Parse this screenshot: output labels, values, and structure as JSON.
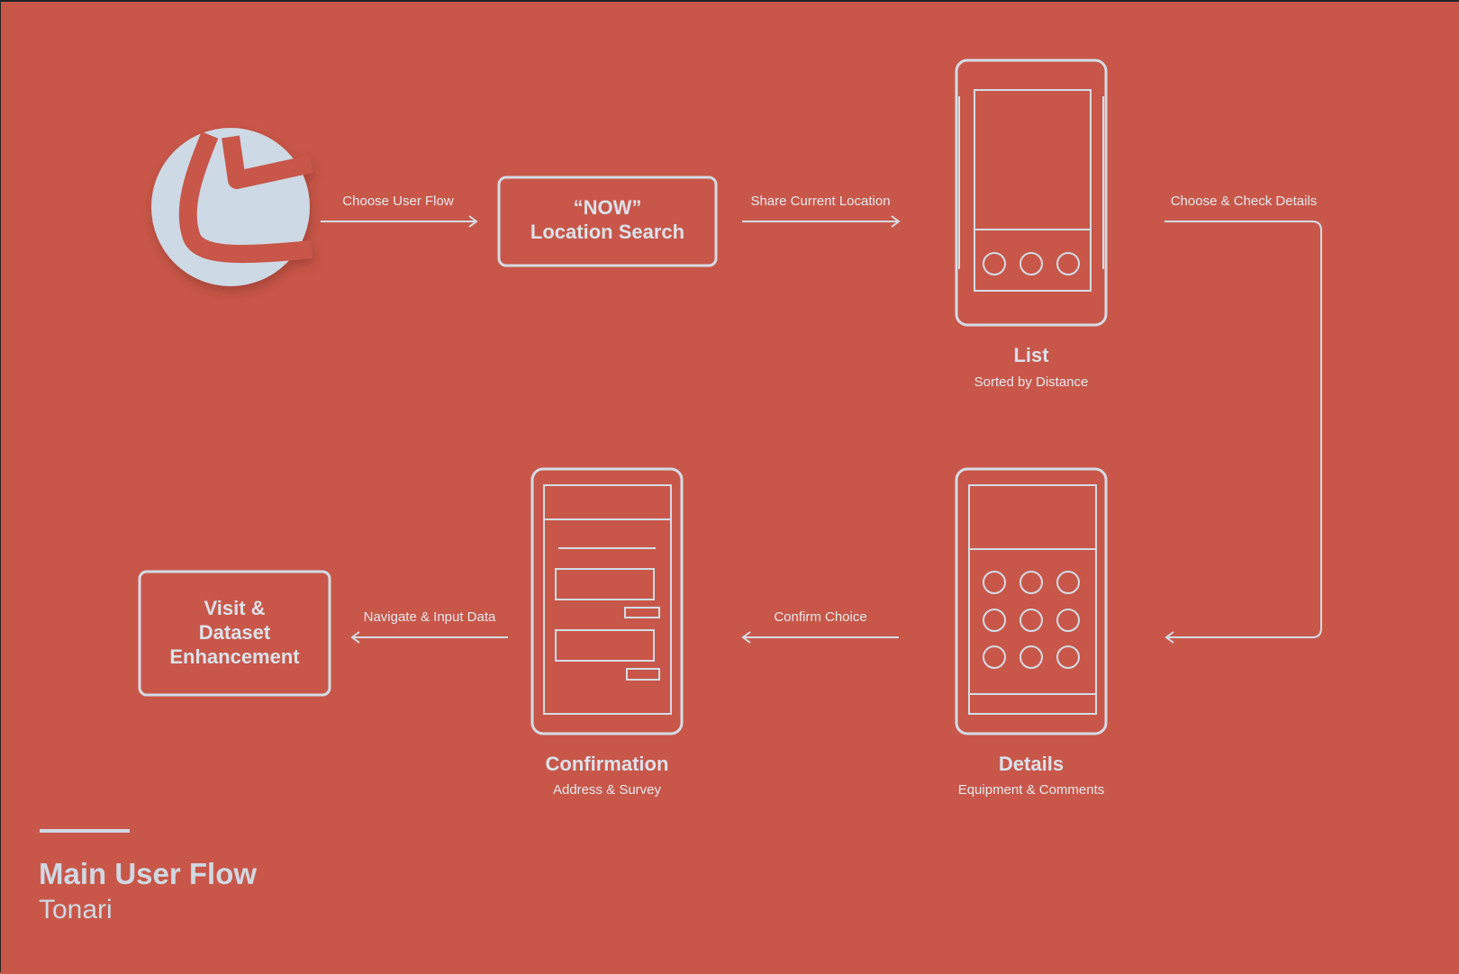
{
  "colors": {
    "background": "#c85749",
    "line": "#d3dce6",
    "logo_fill": "#cdd9e4"
  },
  "logo": {
    "icon": "tonari-logo-icon"
  },
  "edges": {
    "choose_user_flow": "Choose User Flow",
    "share_current_location": "Share Current Location",
    "choose_check_details": "Choose & Check Details",
    "confirm_choice": "Confirm Choice",
    "navigate_input_data": "Navigate & Input Data"
  },
  "nodes": {
    "now_search": {
      "line1": "“NOW”",
      "line2": "Location Search"
    },
    "visit": {
      "line1": "Visit &",
      "line2": "Dataset",
      "line3": "Enhancement"
    }
  },
  "screens": {
    "list": {
      "title": "List",
      "subtitle": "Sorted by Distance"
    },
    "details": {
      "title": "Details",
      "subtitle": "Equipment & Comments"
    },
    "confirmation": {
      "title": "Confirmation",
      "subtitle": "Address & Survey"
    }
  },
  "footer": {
    "title": "Main User Flow",
    "subtitle": "Tonari"
  }
}
